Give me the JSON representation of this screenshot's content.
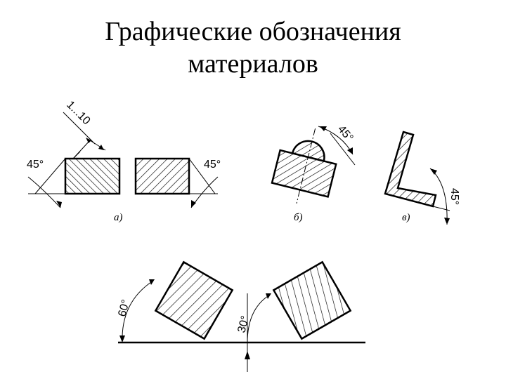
{
  "title": {
    "line1": "Графические обозначения",
    "line2": "материалов"
  },
  "labels": {
    "pitch": "1...10",
    "angle_a_left": "45°",
    "angle_a_right": "45°",
    "angle_b": "45°",
    "angle_v": "45°",
    "angle_60": "60°",
    "angle_30": "30°"
  },
  "captions": {
    "a": "а)",
    "b": "б)",
    "v": "в)"
  }
}
